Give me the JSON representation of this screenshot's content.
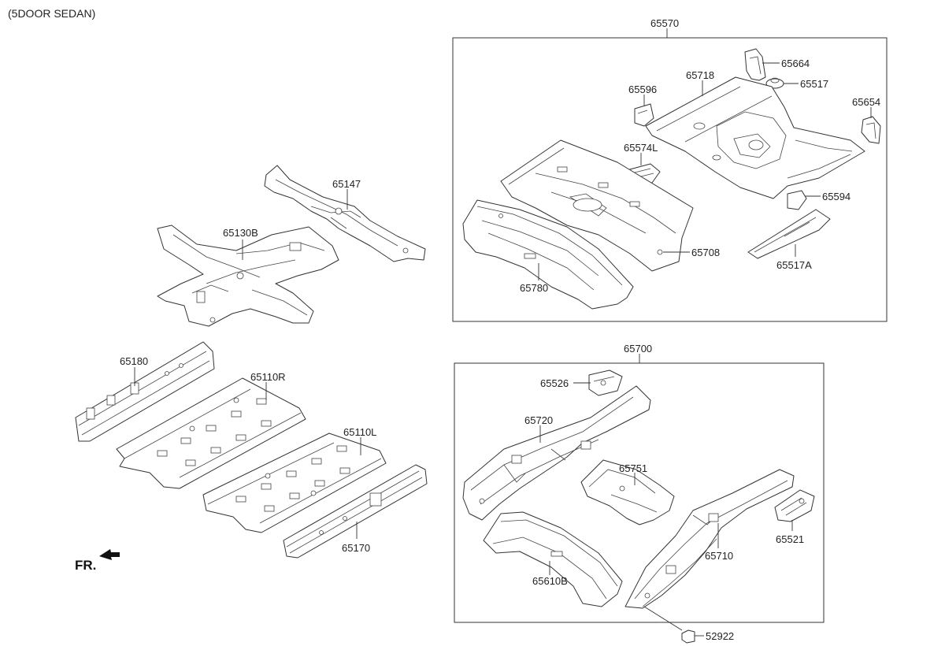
{
  "title": "(5DOOR SEDAN)",
  "direction_label": "FR.",
  "group_labels": {
    "rear_floor_assembly": "65570",
    "rear_member_assembly": "65700"
  },
  "part_labels": {
    "p65147": "65147",
    "p65130B": "65130B",
    "p65180": "65180",
    "p65110R": "65110R",
    "p65110L": "65110L",
    "p65170": "65170",
    "p65664": "65664",
    "p65718": "65718",
    "p65517": "65517",
    "p65596": "65596",
    "p65654": "65654",
    "p65574L": "65574L",
    "p65594": "65594",
    "p65708": "65708",
    "p65517A": "65517A",
    "p65780": "65780",
    "p65526": "65526",
    "p65720": "65720",
    "p65751": "65751",
    "p65521": "65521",
    "p65710": "65710",
    "p65610B": "65610B",
    "p52922": "52922"
  }
}
